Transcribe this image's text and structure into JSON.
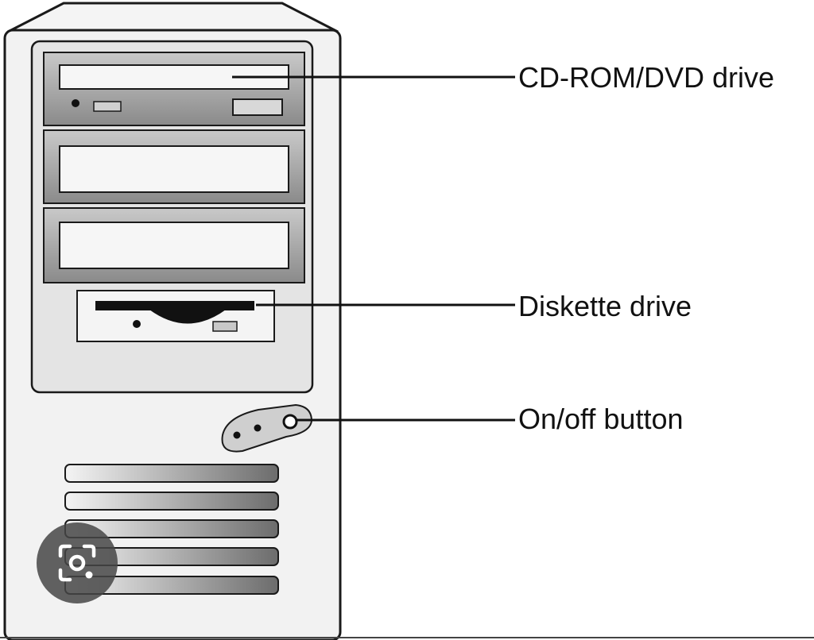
{
  "labels": {
    "cd_rom": "CD-ROM/DVD drive",
    "diskette": "Diskette drive",
    "power": "On/off button"
  },
  "overlay": {
    "icon": "image-search-icon"
  },
  "colors": {
    "case_fill": "#f2f2f2",
    "outline": "#1a1a1a",
    "bay_gray": "#9a9a9a",
    "overlay": "#464646"
  }
}
